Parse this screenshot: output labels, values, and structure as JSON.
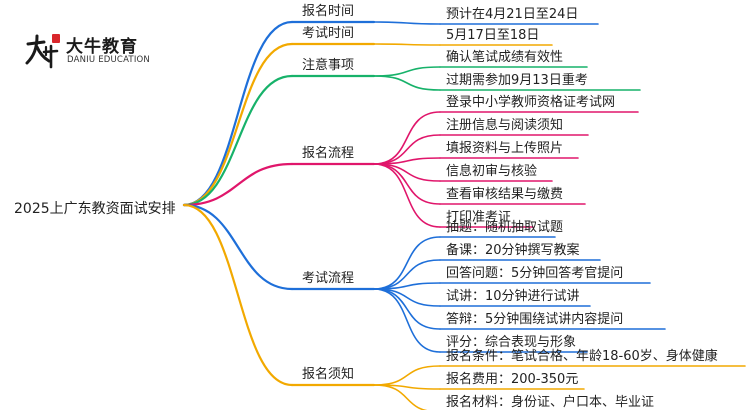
{
  "brand": {
    "name_cn": "大牛教育",
    "name_en": "DANIU EDUCATION",
    "logo_glyph": "大牛",
    "logo_colors": {
      "stroke": "#1a1a1a",
      "seal": "#d9262b"
    }
  },
  "root": {
    "label": "2025上广东教资面试安排"
  },
  "branches": [
    {
      "id": "baoming-time",
      "label": "报名时间",
      "color": "#1e6fd9",
      "children": [
        "预计在4月21日至24日"
      ]
    },
    {
      "id": "kaoshi-time",
      "label": "考试时间",
      "color": "#f2a900",
      "children": [
        "5月17日至18日"
      ]
    },
    {
      "id": "zhuyi",
      "label": "注意事项",
      "color": "#17b26a",
      "children": [
        "确认笔试成绩有效性",
        "过期需参加9月13日重考"
      ]
    },
    {
      "id": "liucheng",
      "label": "报名流程",
      "color": "#e0166b",
      "children": [
        "登录中小学教师资格证考试网",
        "注册信息与阅读须知",
        "填报资料与上传照片",
        "信息初审与核验",
        "查看审核结果与缴费",
        "打印准考证"
      ]
    },
    {
      "id": "kaoshi-liucheng",
      "label": "考试流程",
      "color": "#1e6fd9",
      "children": [
        "抽题：随机抽取试题",
        "备课：20分钟撰写教案",
        "回答问题：5分钟回答考官提问",
        "试讲：10分钟进行试讲",
        "答辩：5分钟围绕试讲内容提问",
        "评分：综合表现与形象"
      ]
    },
    {
      "id": "xuzhi",
      "label": "报名须知",
      "color": "#f2a900",
      "children": [
        "报名条件：笔试合格、年龄18-60岁、身体健康",
        "报名费用：200-350元",
        "报名材料：身份证、户口本、毕业证"
      ]
    }
  ]
}
